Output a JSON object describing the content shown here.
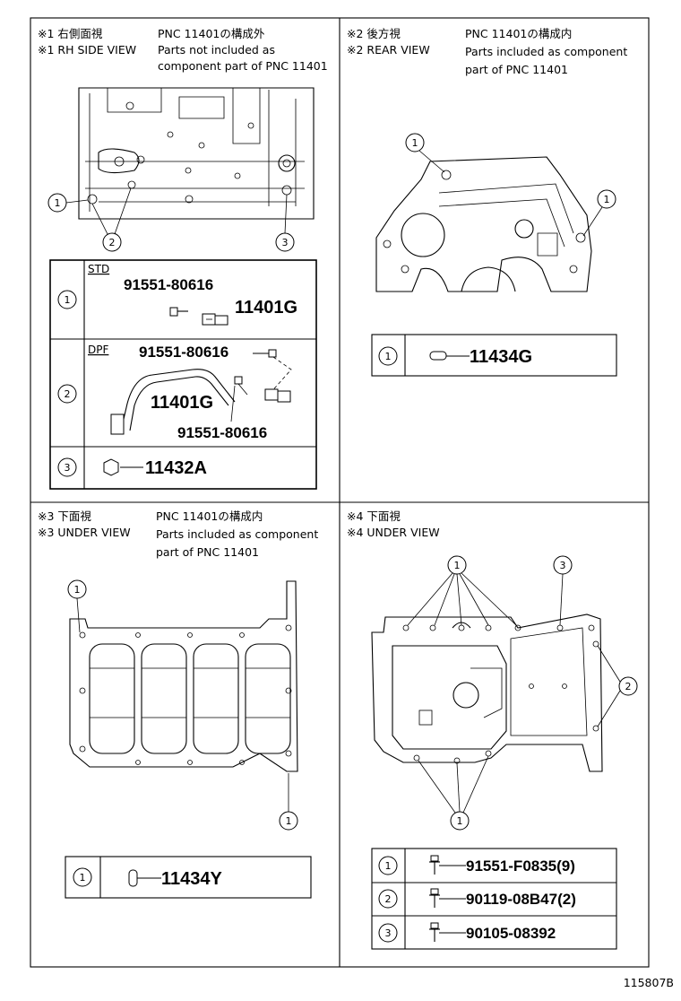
{
  "panels": {
    "rh_side": {
      "mark_jp": "※1 右側面視",
      "mark_en": "※1 RH SIDE VIEW",
      "note_jp": "PNC 11401の構成外",
      "note_en_1": "Parts not included as",
      "note_en_2": "component part of PNC 11401"
    },
    "rear": {
      "mark_jp": "※2 後方視",
      "mark_en": "※2 REAR VIEW",
      "note_jp": "PNC 11401の構成内",
      "note_en_1": "Parts included as component",
      "note_en_2": "part of PNC 11401"
    },
    "under3": {
      "mark_jp": "※3 下面視",
      "mark_en": "※3 UNDER VIEW",
      "note_jp": "PNC 11401の構成内",
      "note_en_1": "Parts included as component",
      "note_en_2": "part of PNC 11401"
    },
    "under4": {
      "mark_jp": "※4 下面視",
      "mark_en": "※4 UNDER VIEW"
    }
  },
  "callouts": {
    "c1": "1",
    "c2": "2",
    "c3": "3"
  },
  "rh_table": {
    "std_tag": "STD",
    "std_bolt": "91551-80616",
    "std_sensor": "11401G",
    "dpf_tag": "DPF",
    "dpf_bolt_top": "91551-80616",
    "dpf_sensor": "11401G",
    "dpf_bolt_bottom": "91551-80616",
    "row3_part": "11432A"
  },
  "rear_table": {
    "part": "11434G"
  },
  "under3_table": {
    "part": "11434Y"
  },
  "under4_table": {
    "row1": "91551-F0835(9)",
    "row2": "90119-08B47(2)",
    "row3": "90105-08392"
  },
  "figure_id": "115807B"
}
